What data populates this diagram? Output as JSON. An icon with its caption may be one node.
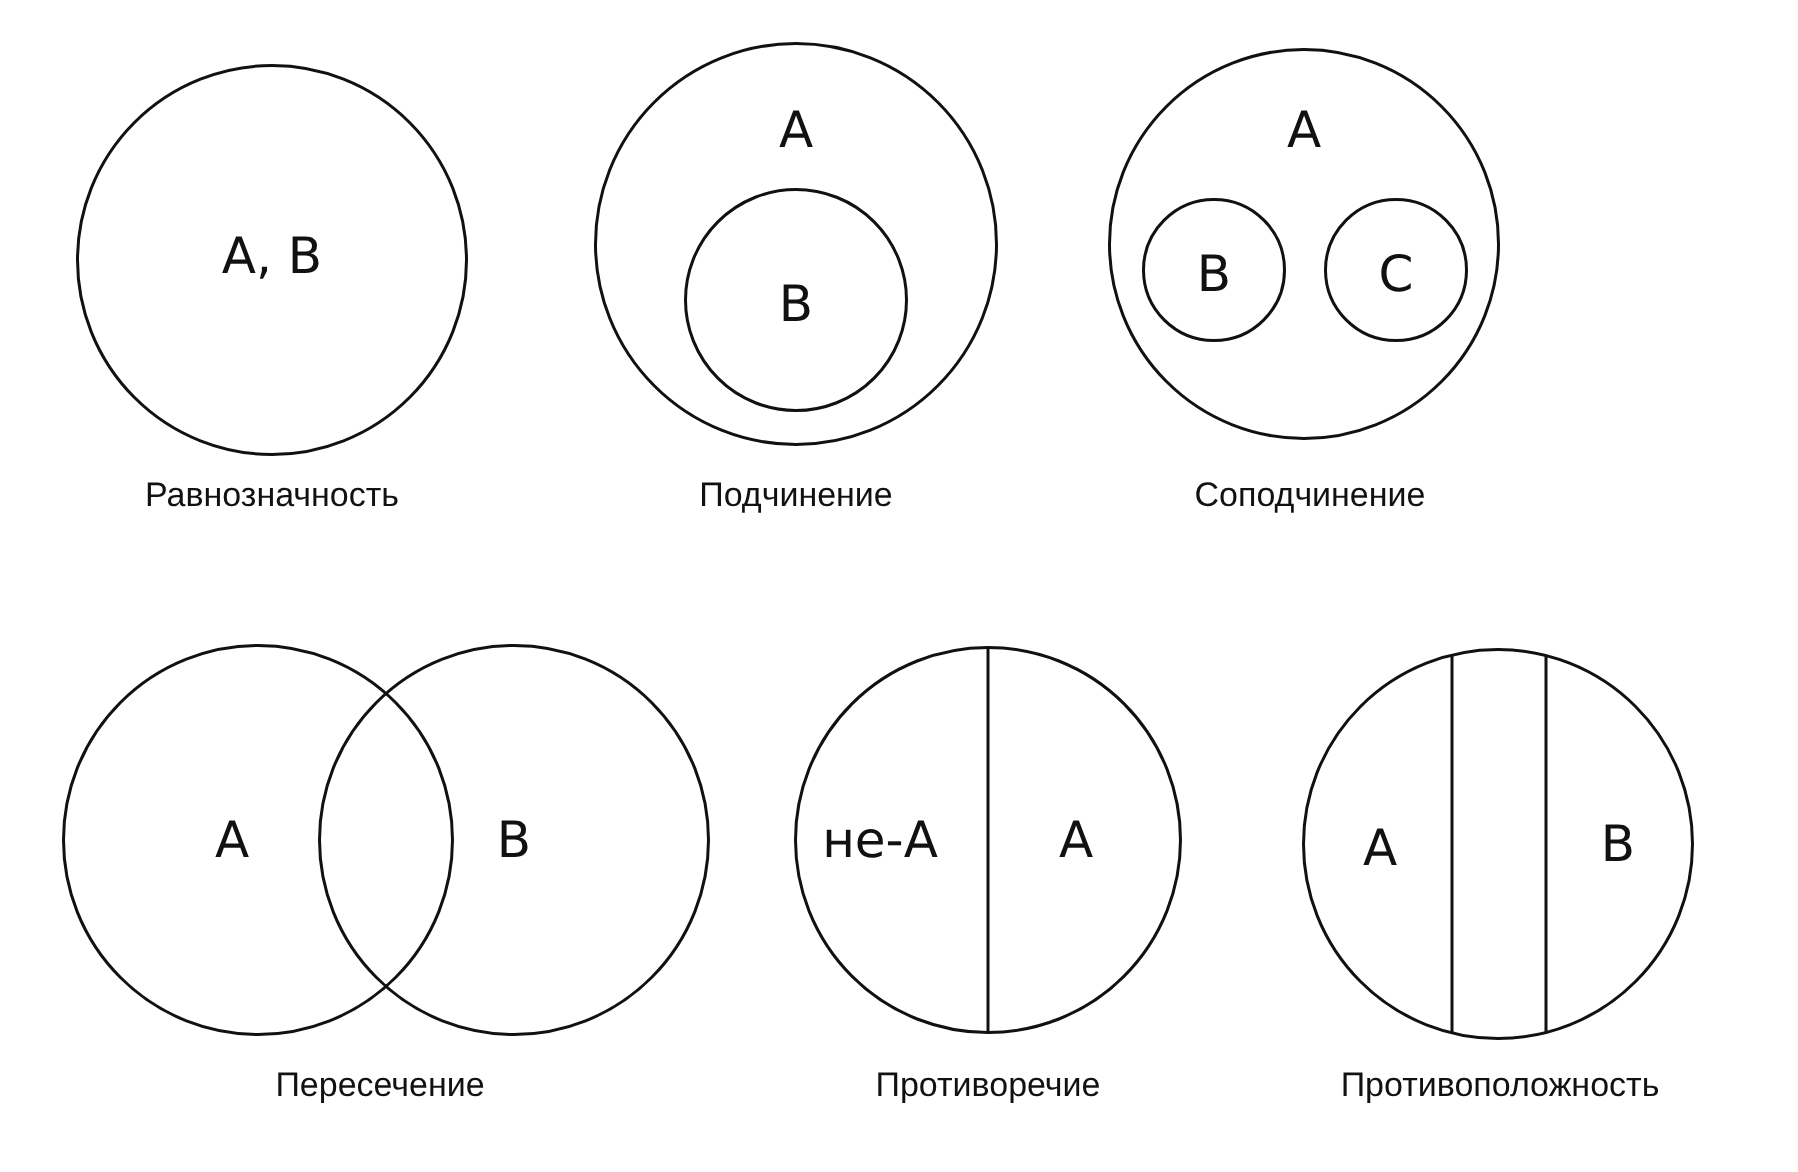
{
  "diagram": {
    "nodes": [
      {
        "text": [
          "А, В"
        ],
        "beside": [
          "Равнозначность"
        ]
      },
      {
        "text": [
          "А"
        ],
        "beside": [
          "Подчинение"
        ]
      },
      {
        "text": [
          "В"
        ],
        "in": 1
      },
      {
        "text": [
          "А"
        ],
        "beside": [
          "Соподчинение"
        ]
      },
      {
        "text": [
          "В"
        ],
        "in": 3
      },
      {
        "text": [
          "С"
        ],
        "in": 3
      },
      {
        "text": [
          "А"
        ]
      },
      {
        "text": [
          "В"
        ]
      },
      {
        "text": [
          "не-А",
          "А"
        ],
        "beside": [
          "Противоречие"
        ]
      },
      {
        "text": [
          "А",
          "В"
        ],
        "beside": [
          "Противоположность"
        ]
      }
    ],
    "labels": [
      "Пересечение"
    ]
  }
}
